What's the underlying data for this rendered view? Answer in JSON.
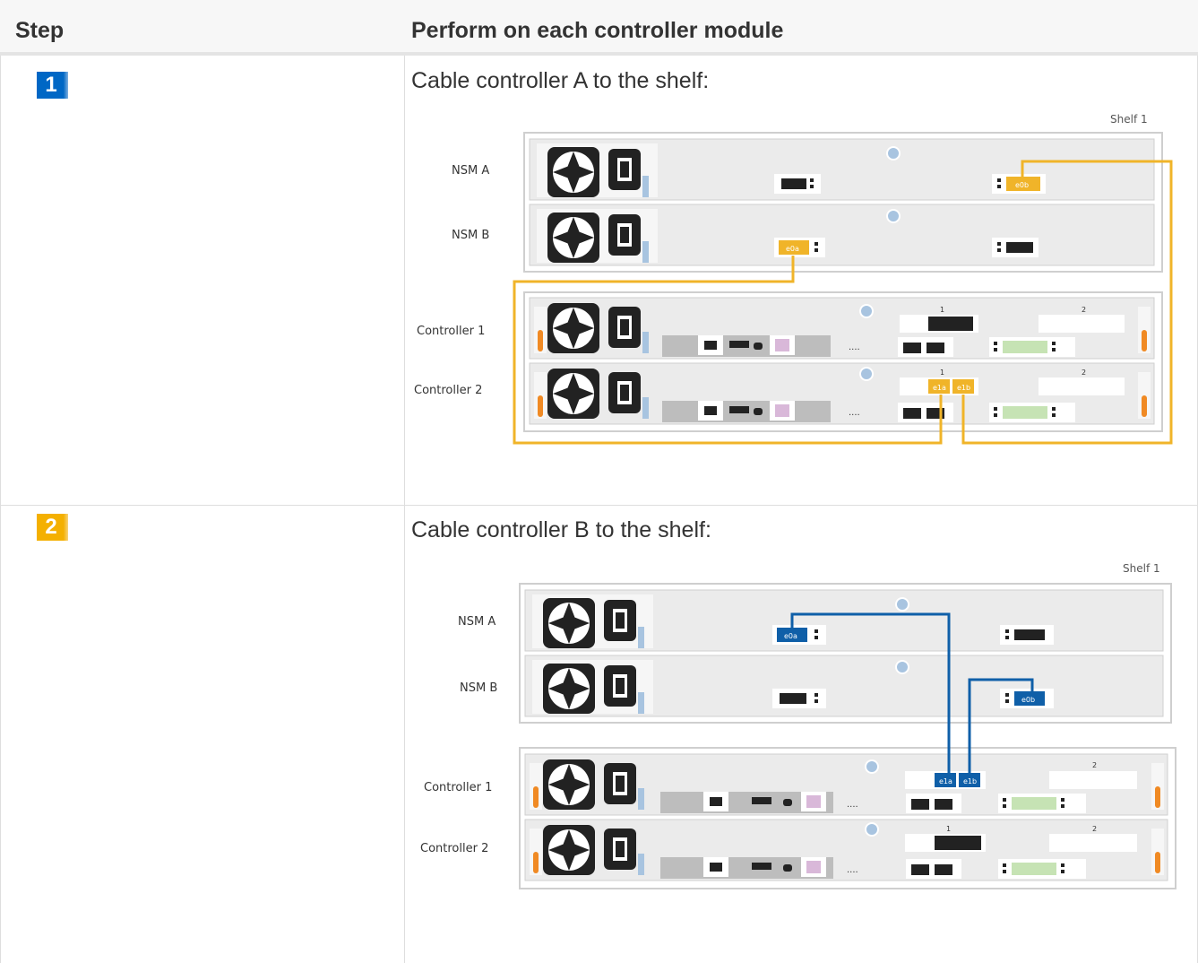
{
  "header": {
    "step_label": "Step",
    "perform_label": "Perform on each controller module"
  },
  "steps": [
    {
      "number": "1",
      "badge_color": "#0067c5",
      "instruction": "Cable controller A to the shelf:",
      "cable_color": "#f0b429",
      "diagram_labels": {
        "shelf": "Shelf 1",
        "nsm_a": "NSM A",
        "nsm_b": "NSM B",
        "controller_1": "Controller 1",
        "controller_2": "Controller 2",
        "port_nsma": "e0b",
        "port_nsmb": "e0a",
        "port_ctrl_a": "e1a",
        "port_ctrl_b": "e1b",
        "slot_1": "1",
        "slot_2": "2"
      }
    },
    {
      "number": "2",
      "badge_color": "#f4b000",
      "instruction": "Cable controller B to the shelf:",
      "cable_color": "#0f5fa8",
      "diagram_labels": {
        "shelf": "Shelf 1",
        "nsm_a": "NSM A",
        "nsm_b": "NSM B",
        "controller_1": "Controller 1",
        "controller_2": "Controller 2",
        "port_nsma": "e0a",
        "port_nsmb": "e0b",
        "port_ctrl_a": "e1a",
        "port_ctrl_b": "e1b",
        "slot_1": "1",
        "slot_2": "2"
      }
    }
  ]
}
